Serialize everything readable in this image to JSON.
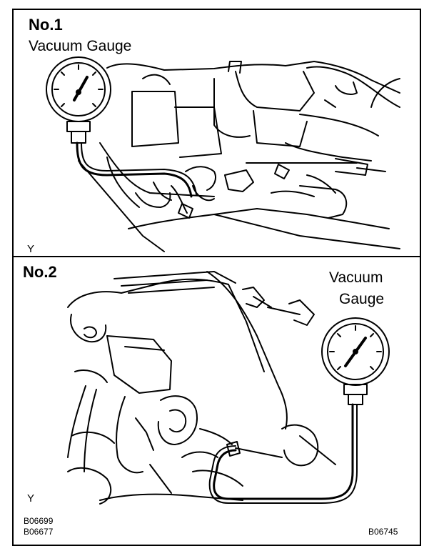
{
  "panel1": {
    "title": "No.1",
    "gauge_label": "Vacuum Gauge",
    "y_mark": "Y"
  },
  "panel2": {
    "title": "No.2",
    "gauge_label_line1": "Vacuum",
    "gauge_label_line2": "Gauge",
    "y_mark": "Y"
  },
  "codes": {
    "left_line1": "B06699",
    "left_line2": "B06677",
    "right": "B06745"
  }
}
